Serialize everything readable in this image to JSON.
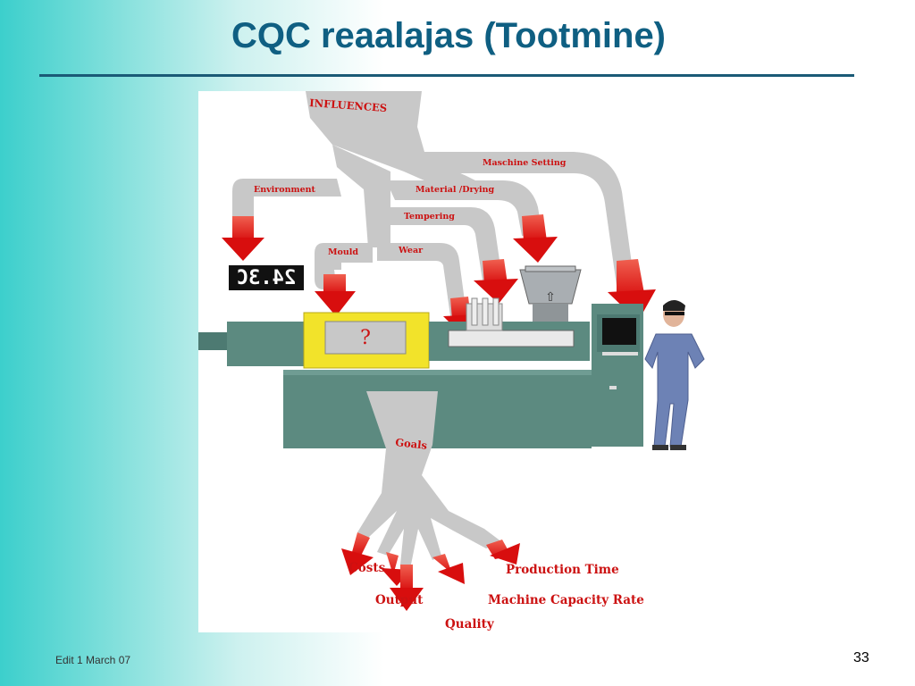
{
  "slide": {
    "title": "CQC reaalajas (Tootmine)",
    "footer": "Edit 1 March 07",
    "page_number": "33"
  },
  "figure": {
    "influences_heading": "INFLUENCES",
    "influences": [
      "Maschine Setting",
      "Environment",
      "Material /Drying",
      "Tempering",
      "Mould",
      "Wear"
    ],
    "display_readout": "24.3C",
    "mould_symbol": "?",
    "hopper_symbol": "⇧",
    "goals_heading": "Goals",
    "goals": [
      "Costs",
      "Production Time",
      "Output",
      "Machine Capacity Rate",
      "Quality"
    ]
  },
  "colors": {
    "title": "#0f5f82",
    "rule": "#1a5a76",
    "label_red": "#cc1111",
    "machine": "#5c8a80",
    "mould": "#f2e32a",
    "worker": "#6d82b5"
  }
}
